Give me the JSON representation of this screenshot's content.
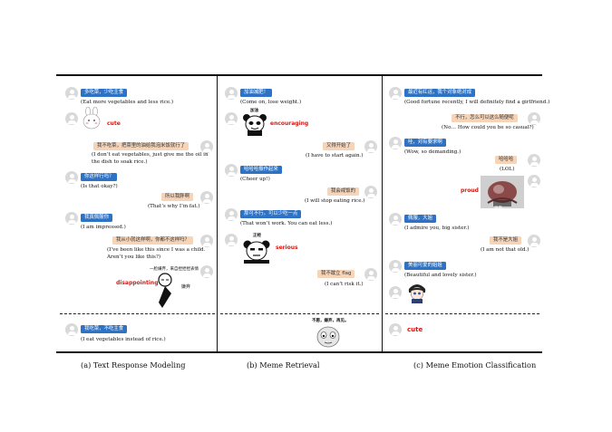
{
  "col1": {
    "messages": [
      {
        "text": "多吃菜，少吃主食",
        "translation": "(Eat more vegetables and less rice.)"
      },
      {
        "text": "我不吃菜，把菜里的油给我泡米饭就行了",
        "translation_1": "(I don’t eat vegetables, just give me the oil in",
        "translation_2": "the dish to soak rice.)"
      },
      {
        "text": "你这样行吗？",
        "translation": "(Is that okay?)"
      },
      {
        "text": "所以我胖啊",
        "translation": "(That’s why I’m fat.)"
      },
      {
        "text": "我真佩服你",
        "translation": "(I am impressed.)"
      },
      {
        "text": "我从小就这样啊，你都不这样吗？",
        "translation_1": "(I’ve been like this since I was a child.",
        "translation_2": "Aren’t you like this?)"
      }
    ],
    "labels": {
      "cute": "cute",
      "disappointing": "disappointing"
    },
    "meme_text": {
      "top": "一脸嫌弃，来自捏捏捏表情",
      "side": "嫌弃"
    },
    "query": {
      "text": "我吃菜，不吃主食",
      "translation": "(I eat vegetables instead of rice.)"
    }
  },
  "col2": {
    "messages": [
      {
        "text": "加油减肥！",
        "translation": "(Come on, lose weight.)"
      },
      {
        "text": "又得开始了",
        "translation": "(I have to start again.)"
      },
      {
        "text": "哈哈哈振作起来",
        "translation": "(Cheer up!)"
      },
      {
        "text": "我会戒饭的",
        "translation": "(I will stop eating rice.)"
      },
      {
        "text": "那可不行。可以少吃一点",
        "translation": "(That won’t work. You can eat less.)"
      },
      {
        "text": "我不敢立 flag",
        "translation": "(I can’t risk it.)"
      }
    ],
    "labels": {
      "encouraging": "encouraging",
      "serious": "serious"
    },
    "meme_text": {
      "encouraging": "加油",
      "serious": "正经",
      "query": "不愿，嫌弃，再见。"
    }
  },
  "col3": {
    "messages": [
      {
        "text": "最近有红运，我个对象绝对成",
        "translation": "(Good fortune recently, I will definitely find a girlfriend.)"
      },
      {
        "text": "不行，怎么可以这么随便呢",
        "translation": "(No… How could you be so casual?)"
      },
      {
        "text": "哇，对有要求啊",
        "translation": "(Wow, so demanding.)"
      },
      {
        "text": "哈哈哈",
        "translation": "(LOL)"
      },
      {
        "text": "佩服，大姐",
        "translation": "(I admire you, big sister.)"
      },
      {
        "text": "我不是大姐",
        "translation": "(I am not that old.)"
      },
      {
        "text": "美丽可爱的姐姐",
        "translation": "(Beautiful and lovely sister.)"
      }
    ],
    "labels": {
      "proud": "proud",
      "cute": "cute"
    },
    "meme_text": {
      "proud": "骄傲"
    }
  },
  "captions": {
    "a": "(a) Text Response Modeling",
    "b": "(b) Meme Retrieval",
    "c": "(c) Meme Emotion Classification"
  },
  "colors": {
    "blue": "#2d72c4",
    "orange": "#f6d4b8",
    "label_red": "#e0140e"
  }
}
